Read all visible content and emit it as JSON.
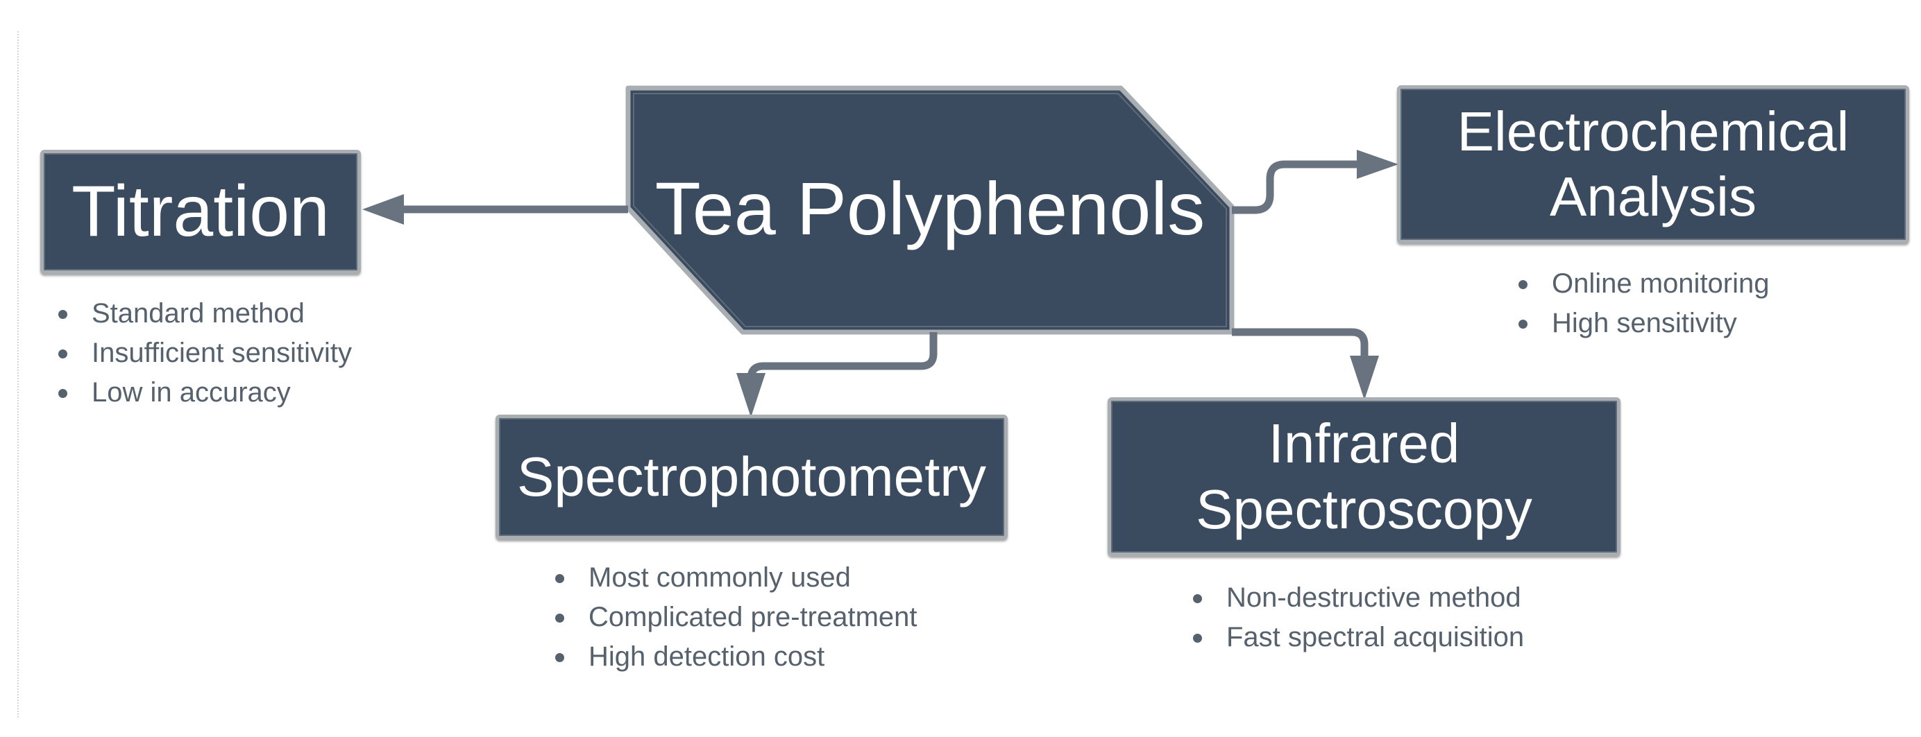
{
  "center": {
    "label": "Tea Polyphenols"
  },
  "colors": {
    "box_fill": "#3b4b5f",
    "box_border": "#a9aeb3",
    "connector": "#69737f",
    "bullet_text": "#56616e"
  },
  "methods": [
    {
      "id": "titration",
      "label": "Titration",
      "points": [
        "Standard method",
        "Insufficient sensitivity",
        "Low in accuracy"
      ]
    },
    {
      "id": "spectrophotometry",
      "label": "Spectrophotometry",
      "points": [
        "Most commonly used",
        "Complicated pre-treatment",
        "High detection cost"
      ]
    },
    {
      "id": "infrared",
      "label_line1": "Infrared",
      "label_line2": "Spectroscopy",
      "points": [
        "Non-destructive method",
        "Fast spectral acquisition"
      ]
    },
    {
      "id": "electrochemical",
      "label_line1": "Electrochemical",
      "label_line2": "Analysis",
      "points": [
        "Online monitoring",
        "High sensitivity"
      ]
    }
  ]
}
